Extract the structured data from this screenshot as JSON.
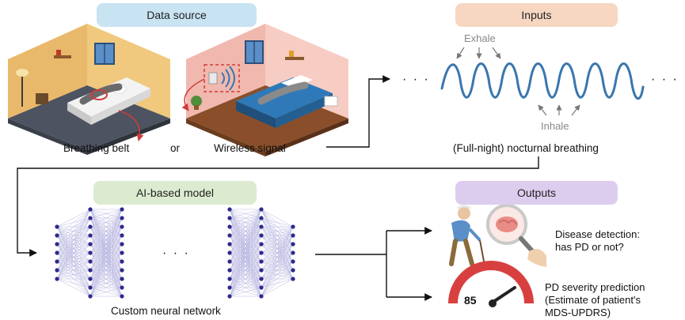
{
  "sections": {
    "data_source": {
      "title": "Data source",
      "color": "#c8e3f2"
    },
    "inputs": {
      "title": "Inputs",
      "color": "#f7d7c2"
    },
    "model": {
      "title": "AI-based model",
      "color": "#dcebcf"
    },
    "outputs": {
      "title": "Outputs",
      "color": "#dccdee"
    }
  },
  "data_source": {
    "left_label": "Breathing belt",
    "connector": "or",
    "right_label": "Wireless signal"
  },
  "inputs": {
    "exhale": "Exhale",
    "inhale": "Inhale",
    "caption": "(Full-night) nocturnal breathing",
    "ellipsis_left": "· · ·",
    "ellipsis_right": "· · ·",
    "wave_color": "#3a76ae"
  },
  "model": {
    "caption": "Custom neural network",
    "ellipsis": "· · ·",
    "node_color": "#2b2a8c",
    "edge_color": "#b7b6e0"
  },
  "outputs": {
    "detection_line1": "Disease detection:",
    "detection_line2": "has PD or not?",
    "severity_line1": "PD severity prediction",
    "severity_line2": "(Estimate of patient's",
    "severity_line3": "MDS-UPDRS)",
    "gauge_value": "85"
  }
}
